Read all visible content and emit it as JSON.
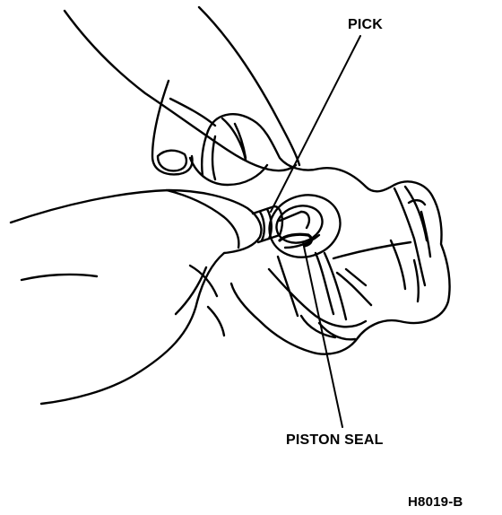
{
  "labels": {
    "pick": "PICK",
    "piston_seal": "PISTON SEAL",
    "figure_id": "H8019-B"
  },
  "colors": {
    "ink": "#000000",
    "paper": "#ffffff"
  }
}
